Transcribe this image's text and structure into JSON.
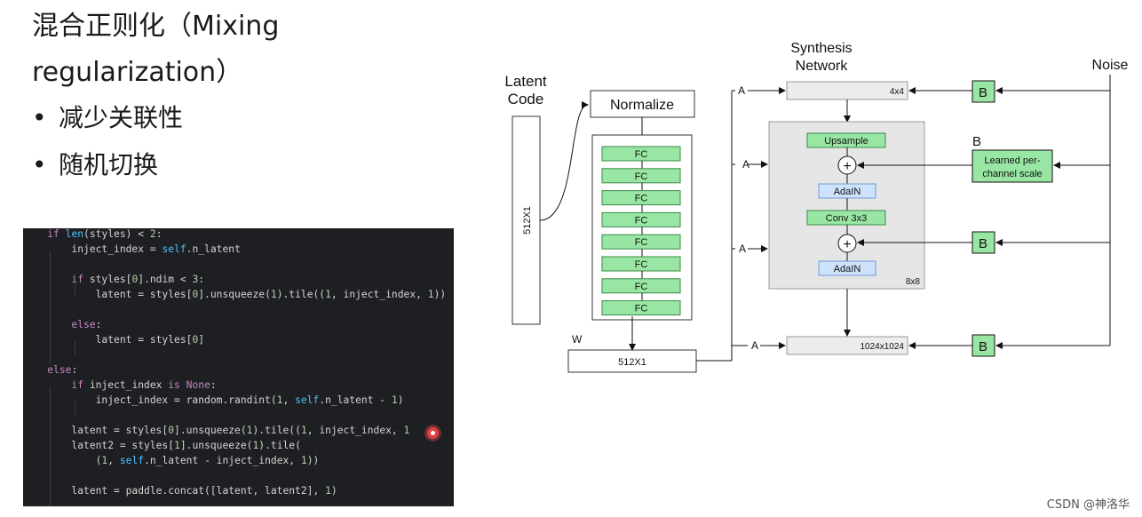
{
  "slide": {
    "title": "混合正则化（Mixing regularization）",
    "bullets": [
      "减少关联性",
      "随机切换"
    ]
  },
  "code_lines": [
    "    if len(styles) < 2:",
    "        inject_index = self.n_latent",
    "",
    "        if styles[0].ndim < 3:",
    "            latent = styles[0].unsqueeze(1).tile((1, inject_index, 1))",
    "",
    "        else:",
    "            latent = styles[0]",
    "",
    "    else:",
    "        if inject_index is None:",
    "            inject_index = random.randint(1, self.n_latent - 1)",
    "",
    "        latent = styles[0].unsqueeze(1).tile((1, inject_index, 1",
    "        latent2 = styles[1].unsqueeze(1).tile(",
    "            (1, self.n_latent - inject_index, 1))",
    "",
    "        latent = paddle.concat([latent, latent2], 1)"
  ],
  "diagram": {
    "latent_code_label": [
      "Latent",
      "Code"
    ],
    "latent_vector": "512X1",
    "normalize": "Normalize",
    "fc_label": "FC",
    "fc_count": 8,
    "w_label": "W",
    "w_vector": "512X1",
    "synthesis_label": [
      "Synthesis",
      "Network"
    ],
    "noise_label": "Noise",
    "block_4x4": "4x4",
    "upsample": "Upsample",
    "adain": "AdaIN",
    "conv": "Conv 3x3",
    "block_8x8": "8x8",
    "block_1024": "1024x1024",
    "a_label": "A",
    "b_label": "B",
    "learned_scale": [
      "Learned per-",
      "channel scale"
    ],
    "plus": "+"
  },
  "watermark": "CSDN @神洛华",
  "colors": {
    "fc_green": "#99e6a4",
    "adain_blue": "#cfe2fb",
    "block_gray": "#e9e9e9",
    "code_bg": "#1e1f22"
  }
}
